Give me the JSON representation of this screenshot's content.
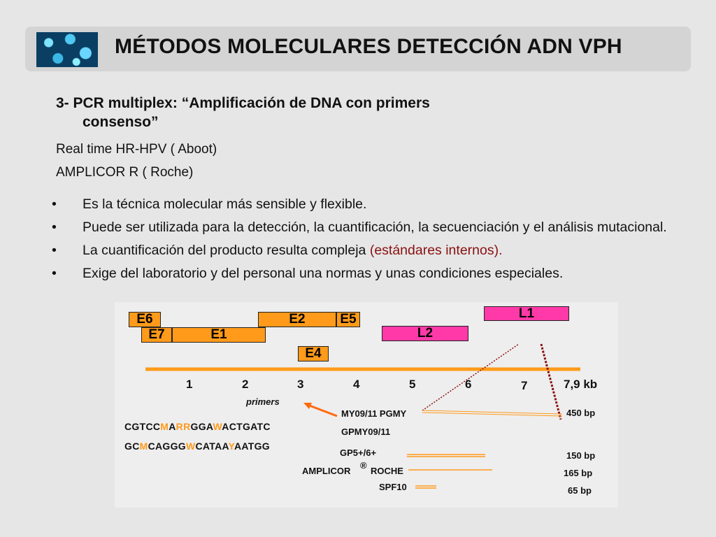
{
  "header": {
    "title": "MÉTODOS MOLECULARES DETECCIÓN ADN VPH",
    "logo_icon": "virus-particles-image"
  },
  "content": {
    "heading_line1": "3- PCR multiplex: “Amplificación de DNA con primers",
    "heading_line2": "consenso”",
    "sub1": "Real time HR-HPV ( Aboot)",
    "sub2": "AMPLICOR R ( Roche)"
  },
  "bullets": [
    {
      "text": "Es la técnica molecular más sensible y flexible."
    },
    {
      "text": "Puede ser utilizada para la detección, la cuantificación, la secuenciación y el análisis mutacional."
    },
    {
      "text": "La cuantificación del producto resulta compleja ",
      "highlight": "(estándares internos)."
    },
    {
      "text": "Exige del laboratorio y del personal una normas y unas condiciones especiales."
    }
  ],
  "bullet_char": "•",
  "diagram": {
    "genes": {
      "e6": "E6",
      "e7": "E7",
      "e1": "E1",
      "e2": "E2",
      "e5": "E5",
      "e4": "E4",
      "l1": "L1",
      "l2": "L2"
    },
    "ticks": [
      "1",
      "2",
      "3",
      "4",
      "5",
      "6",
      "7",
      "7,9 kb"
    ],
    "primers_label": "primers",
    "seq1": [
      "CGTCC",
      "M",
      "A",
      "RR",
      "GGA",
      "W",
      "ACTGATC"
    ],
    "seq2": [
      "GC",
      "M",
      "CAGGG",
      "W",
      "CATAA",
      "Y",
      "AATGG"
    ],
    "methods": {
      "my09": "MY09/11 PGMY",
      "gpmy": "GPMY09/11",
      "gp5": "GP5+/6+",
      "amplicor": "AMPLICOR",
      "reg": "®",
      "roche": "ROCHE",
      "spf10": "SPF10"
    },
    "sizes": {
      "s450": "450 bp",
      "s150": "150 bp",
      "s165": "165 bp",
      "s65": "65 bp"
    },
    "colors": {
      "orange": "#ff9a1a",
      "pink": "#ff3aa8",
      "accent_text": "#8a1010"
    }
  }
}
